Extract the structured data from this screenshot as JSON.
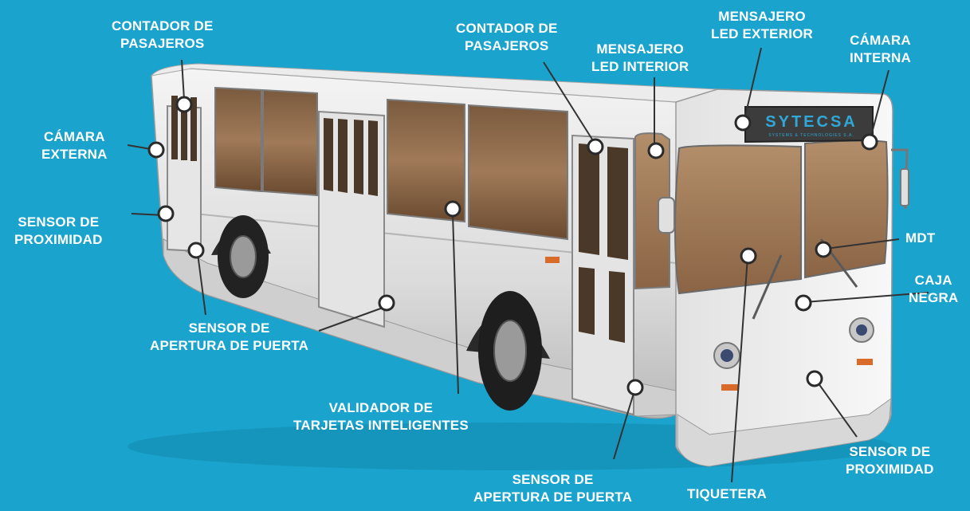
{
  "brand": {
    "name": "SYTECSA",
    "tagline": "SYSTEMS & TECHNOLOGIES S.A.",
    "accent": "#1aa3cc"
  },
  "labels": [
    {
      "id": "contador-pasajeros-1",
      "lines": [
        "CONTADOR DE",
        "PASAJEROS"
      ]
    },
    {
      "id": "camara-externa",
      "lines": [
        "CÁMARA",
        "EXTERNA"
      ]
    },
    {
      "id": "sensor-proximidad-1",
      "lines": [
        "SENSOR DE",
        "PROXIMIDAD"
      ]
    },
    {
      "id": "sensor-apertura-1",
      "lines": [
        "SENSOR DE",
        "APERTURA DE PUERTA"
      ]
    },
    {
      "id": "validador",
      "lines": [
        "VALIDADOR DE",
        "TARJETAS INTELIGENTES"
      ]
    },
    {
      "id": "sensor-apertura-2",
      "lines": [
        "SENSOR DE",
        "APERTURA DE PUERTA"
      ]
    },
    {
      "id": "contador-pasajeros-2",
      "lines": [
        "CONTADOR DE",
        "PASAJEROS"
      ]
    },
    {
      "id": "mensajero-interior",
      "lines": [
        "MENSAJERO",
        "LED INTERIOR"
      ]
    },
    {
      "id": "mensajero-exterior",
      "lines": [
        "MENSAJERO",
        "LED EXTERIOR"
      ]
    },
    {
      "id": "camara-interna",
      "lines": [
        "CÁMARA",
        "INTERNA"
      ]
    },
    {
      "id": "mdt",
      "lines": [
        "MDT"
      ]
    },
    {
      "id": "caja-negra",
      "lines": [
        "CAJA",
        "NEGRA"
      ]
    },
    {
      "id": "tiquetera",
      "lines": [
        "TIQUETERA"
      ]
    },
    {
      "id": "sensor-proximidad-2",
      "lines": [
        "SENSOR DE",
        "PROXIMIDAD"
      ]
    }
  ]
}
